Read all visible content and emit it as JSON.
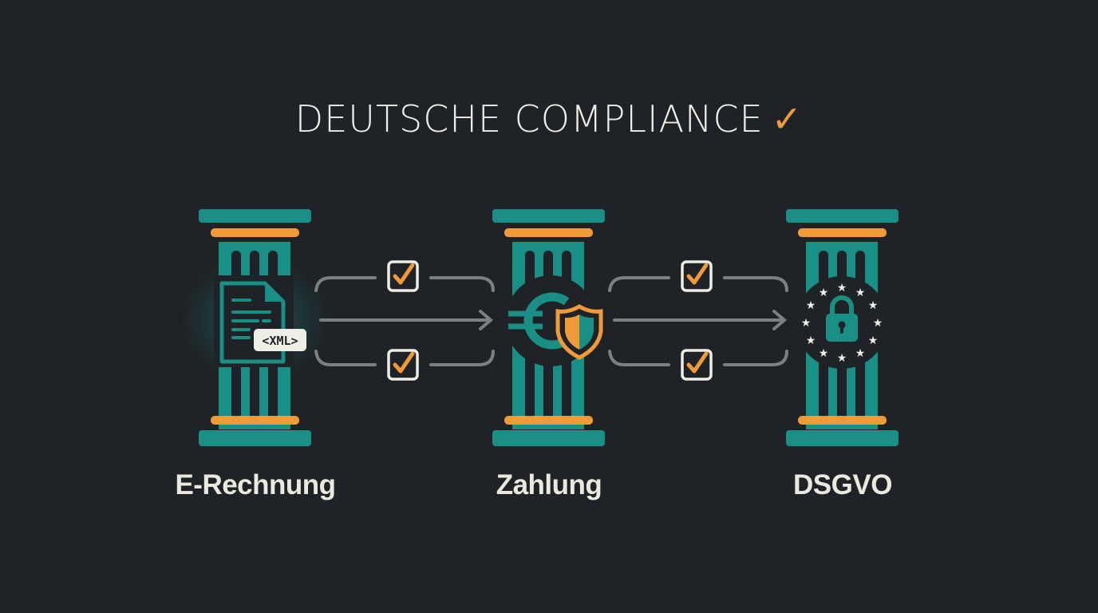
{
  "title": {
    "text": "DEUTSCHE COMPLIANCE",
    "check": "✓"
  },
  "colors": {
    "background": "#1f2226",
    "teal": "#1a8f85",
    "orange": "#f19a3a",
    "text": "#efeee6",
    "connector": "#7b7f86"
  },
  "pillars": [
    {
      "label": "E-Rechnung",
      "icon": "document-xml-icon",
      "badge": "<XML>"
    },
    {
      "label": "Zahlung",
      "icon": "euro-shield-icon"
    },
    {
      "label": "DSGVO",
      "icon": "eu-lock-icon"
    }
  ],
  "connectors": [
    {
      "from": "E-Rechnung",
      "to": "Zahlung",
      "checks": 2
    },
    {
      "from": "Zahlung",
      "to": "DSGVO",
      "checks": 2
    }
  ]
}
